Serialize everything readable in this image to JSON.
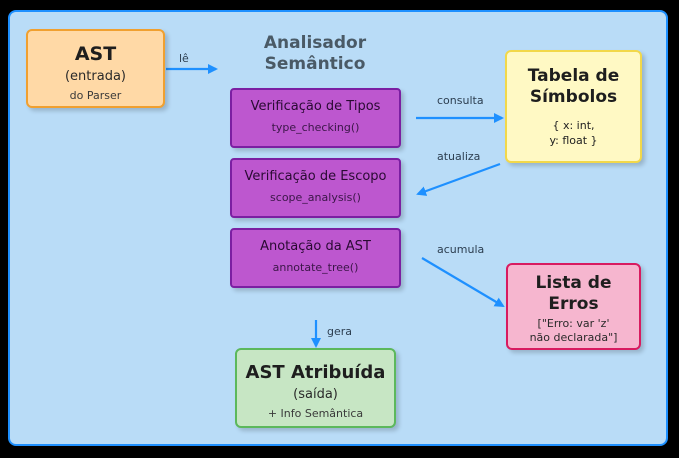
{
  "colors": {
    "panel_bg": "#b9dcf7",
    "panel_border": "#1e90ff",
    "arrow": "#1e90ff",
    "step_fill": "#bd57cf",
    "step_border": "#7b1fa2"
  },
  "title": {
    "line1": "Analisador",
    "line2": "Semântico"
  },
  "ast_input": {
    "title": "AST",
    "subtitle": "(entrada)",
    "note": "do Parser"
  },
  "steps": [
    {
      "name": "Verificação de Tipos",
      "code": "type_checking()"
    },
    {
      "name": "Verificação de Escopo",
      "code": "scope_analysis()"
    },
    {
      "name": "Anotação da AST",
      "code": "annotate_tree()"
    }
  ],
  "symbol_table": {
    "title_line1": "Tabela de",
    "title_line2": "Símbolos",
    "content_line1": "{ x: int,",
    "content_line2": "y: float }"
  },
  "error_list": {
    "title_line1": "Lista de",
    "title_line2": "Erros",
    "content_line1": "[\"Erro: var 'z'",
    "content_line2": "não declarada\"]"
  },
  "ast_output": {
    "title": "AST Atribuída",
    "subtitle": "(saída)",
    "note": "+ Info Semântica"
  },
  "edges": {
    "le": "lê",
    "consulta": "consulta",
    "atualiza": "atualiza",
    "acumula": "acumula",
    "gera": "gera"
  }
}
